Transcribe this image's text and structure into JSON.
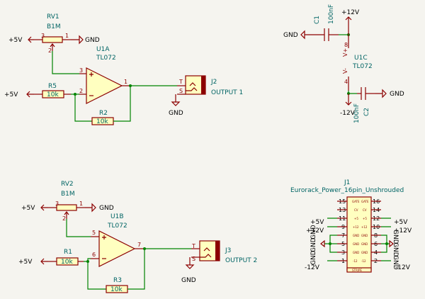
{
  "power": {
    "p5": "+5V",
    "p12": "+12V",
    "m12": "-12V",
    "gnd": "GND"
  },
  "rv1": {
    "ref": "RV1",
    "value": "B1M",
    "pins": [
      "3",
      "1",
      "2"
    ]
  },
  "rv2": {
    "ref": "RV2",
    "value": "B1M",
    "pins": [
      "3",
      "1",
      "2"
    ]
  },
  "r5": {
    "ref": "R5",
    "value": "10k"
  },
  "r2": {
    "ref": "R2",
    "value": "10k"
  },
  "r1": {
    "ref": "R1",
    "value": "10k"
  },
  "r3": {
    "ref": "R3",
    "value": "10k"
  },
  "u1a": {
    "ref": "U1A",
    "value": "TL072",
    "pins": [
      "3",
      "2",
      "1"
    ]
  },
  "u1b": {
    "ref": "U1B",
    "value": "TL072",
    "pins": [
      "5",
      "6",
      "7"
    ]
  },
  "u1c": {
    "ref": "U1C",
    "value": "TL072",
    "pins": [
      "8",
      "4"
    ],
    "vplus": "V+",
    "vminus": "V-"
  },
  "c1": {
    "ref": "C1",
    "value": "100nF"
  },
  "c2": {
    "ref": "C2",
    "value": "100nF"
  },
  "j2": {
    "ref": "J2",
    "value": "OUTPUT 1",
    "t": "T",
    "s": "S"
  },
  "j3": {
    "ref": "J3",
    "value": "OUTPUT 2",
    "t": "T",
    "s": "S"
  },
  "j1": {
    "ref": "J1",
    "value": "Eurorack_Power_16pin_Unshrouded",
    "left_pins": [
      "15",
      "13",
      "11",
      "9",
      "7",
      "5",
      "3",
      "1"
    ],
    "right_pins": [
      "16",
      "14",
      "12",
      "10",
      "8",
      "6",
      "4",
      "2"
    ],
    "inner_left": [
      "GATE",
      "CV",
      "+5",
      "+12",
      "GND",
      "GND",
      "GND",
      "-12"
    ],
    "inner_right": [
      "GATE",
      "CV",
      "+5",
      "+12",
      "GND",
      "GND",
      "GND",
      "-12"
    ],
    "stripe": "STRIPE"
  }
}
